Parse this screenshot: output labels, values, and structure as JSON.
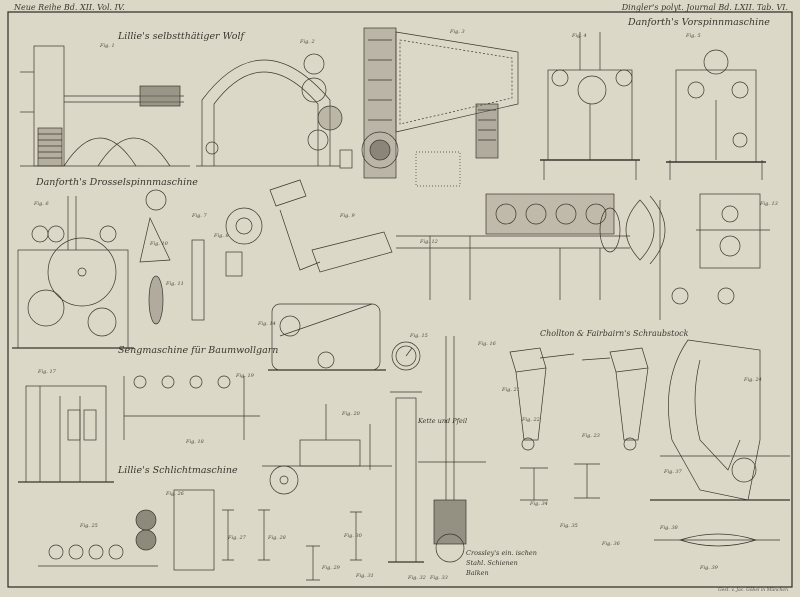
{
  "header": {
    "left": "Neue Reihe Bd. XII. Vol. IV.",
    "right": "Dingler's polyt. Journal Bd. LXII. Tab. VI."
  },
  "titles": {
    "wolf": "Lillie's selbstthätiger Wolf",
    "vorspinn": "Danforth's Vorspinnmaschine",
    "drossel": "Danforth's Drosselspinnmaschine",
    "sengmaschine": "Sengmaschine für Baumwollgarn",
    "schlicht": "Lillie's Schlichtmaschine",
    "schraubstock": "Chollton & Fairbairn's Schraubstock",
    "kette": "Kette und Pfeil",
    "schienen_line1": "Crossley's ein. ischen",
    "schienen_line2": "Stahl. Schienen",
    "schienen_line3": "Balken"
  },
  "figure_numbers": [
    "Fig. 1",
    "Fig. 2",
    "Fig. 3",
    "Fig. 4",
    "Fig. 5",
    "Fig. 6",
    "Fig. 7",
    "Fig. 8",
    "Fig. 9",
    "Fig. 10",
    "Fig. 11",
    "Fig. 12",
    "Fig. 13",
    "Fig. 14",
    "Fig. 15",
    "Fig. 16",
    "Fig. 17",
    "Fig. 18",
    "Fig. 19",
    "Fig. 20",
    "Fig. 21",
    "Fig. 22",
    "Fig. 23",
    "Fig. 24",
    "Fig. 25",
    "Fig. 26",
    "Fig. 27",
    "Fig. 28",
    "Fig. 29",
    "Fig. 30",
    "Fig. 31",
    "Fig. 32",
    "Fig. 33",
    "Fig. 34",
    "Fig. 35",
    "Fig. 36",
    "Fig. 37",
    "Fig. 38",
    "Fig. 39"
  ],
  "credit": "Gest. v. Jac. Göbel in München",
  "colors": {
    "paper": "#dcd8c8",
    "ink": "#3a362c",
    "border": "#2e2a22"
  }
}
